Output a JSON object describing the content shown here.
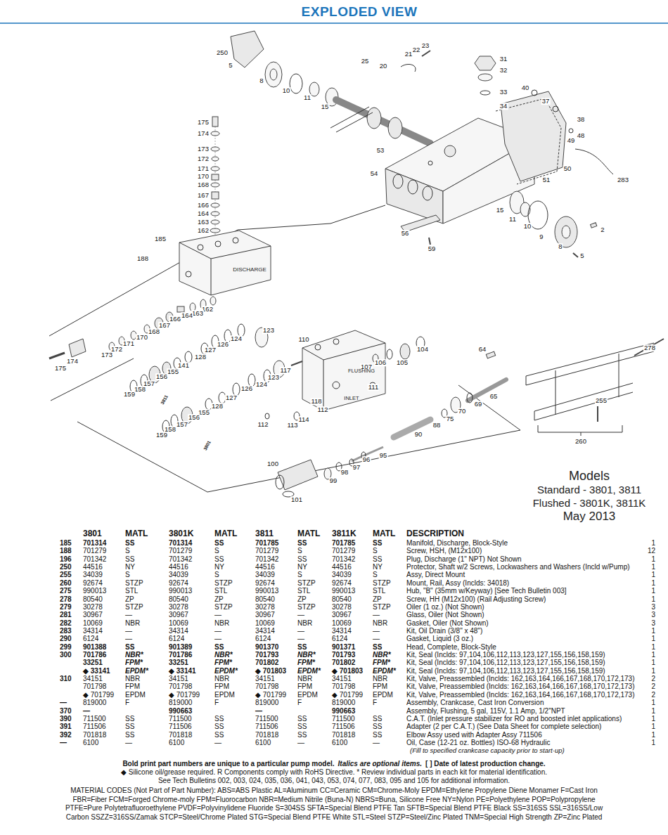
{
  "diagram": {
    "title": "EXPLODED VIEW",
    "labels": [
      "250",
      "5",
      "8",
      "10",
      "11",
      "15",
      "25",
      "20",
      "21",
      "22",
      "23",
      "31",
      "32",
      "33",
      "34",
      "40",
      "37",
      "38",
      "48",
      "49",
      "50",
      "51",
      "53",
      "54",
      "283",
      "15",
      "11",
      "10",
      "9",
      "8",
      "2",
      "5",
      "56",
      "59",
      "175",
      "174",
      "173",
      "172",
      "171",
      "170",
      "168",
      "167",
      "166",
      "164",
      "163",
      "162",
      "185",
      "188",
      "162",
      "163",
      "164",
      "166",
      "167",
      "168",
      "170",
      "171",
      "172",
      "173",
      "174",
      "175",
      "123",
      "124",
      "126",
      "127",
      "128",
      "141",
      "155",
      "156",
      "157",
      "158",
      "159",
      "110",
      "117",
      "118",
      "111",
      "104",
      "105",
      "106",
      "107",
      "64",
      "65",
      "69",
      "70",
      "75",
      "88",
      "90",
      "95",
      "96",
      "97",
      "98",
      "99",
      "100",
      "101",
      "123",
      "124",
      "126",
      "127",
      "128",
      "112",
      "113",
      "114",
      "112",
      "155",
      "156",
      "157",
      "158",
      "159",
      "278",
      "255",
      "260",
      "DISCHARGE",
      "FLUSHING",
      "INLET",
      "3811",
      "3801",
      "Models",
      "Standard - 3801, 3811",
      "Flushed - 3801K, 3811K",
      "May 2013",
      "3801",
      "MATL",
      "3801K",
      "MATL",
      "3811",
      "MATL",
      "3811K",
      "MATL",
      "DESCRIPTION",
      "185",
      "701314",
      "SS",
      "701314",
      "SS",
      "701785",
      "SS",
      "701785",
      "SS",
      "Manifold, Discharge, Block-Style",
      "1",
      "188",
      "701279",
      "S",
      "701279",
      "S",
      "701279",
      "S",
      "701279",
      "S",
      "Screw, HSH, (M12x100)",
      "12",
      "196",
      "701342",
      "SS",
      "701342",
      "SS",
      "701342",
      "SS",
      "701342",
      "SS",
      "Plug, Discharge (1\" NPT) Not Shown",
      "1",
      "250",
      "44516",
      "NY",
      "44516",
      "NY",
      "44516",
      "NY",
      "44516",
      "NY",
      "Protector, Shaft w/2 Screws, Lockwashers and Washers (Incld w/Pump)",
      "1",
      "255",
      "34039",
      "S",
      "34039",
      "S",
      "34039",
      "S",
      "34039",
      "S",
      "Assy, Direct Mount",
      "1",
      "260",
      "92674",
      "STZP",
      "92674",
      "STZP",
      "92674",
      "STZP",
      "92674",
      "STZP",
      "Mount, Rail, Assy (Inclds: 34018)",
      "1",
      "275",
      "990013",
      "STL",
      "990013",
      "STL",
      "990013",
      "STL",
      "990013",
      "STL",
      "Hub, \"B\" (35mm w/Keyway) [See Tech Bulletin 003]",
      "1",
      "278",
      "80540",
      "ZP",
      "80540",
      "ZP",
      "80540",
      "ZP",
      "80540",
      "ZP",
      "Screw, HH (M12x100) (Rail Adjusting Screw)",
      "1",
      "279",
      "30278",
      "STZP",
      "30278",
      "STZP",
      "30278",
      "STZP",
      "30278",
      "STZP",
      "Oiler (1 oz.) (Not Shown)",
      "3",
      "281",
      "30967",
      "—",
      "30967",
      "—",
      "30967",
      "—",
      "30967",
      "—",
      "Glass, Oiler (Not Shown)",
      "3",
      "282",
      "10069",
      "NBR",
      "10069",
      "NBR",
      "10069",
      "NBR",
      "10069",
      "NBR",
      "Gasket, Oiler (Not Shown)",
      "3",
      "283",
      "34314",
      "—",
      "34314",
      "—",
      "34314",
      "—",
      "34314",
      "—",
      "Kit, Oil Drain (3/8\" x 48\")",
      "1",
      "290",
      "6124",
      "—",
      "6124",
      "—",
      "6124",
      "—",
      "6124",
      "—",
      "Gasket, Liquid (3 oz.)",
      "1",
      "299",
      "901388",
      "SS",
      "901389",
      "SS",
      "901370",
      "SS",
      "901371",
      "SS",
      "Head, Complete, Block-Style",
      "1",
      "300",
      "701786",
      "NBR*",
      "701786",
      "NBR*",
      "701793",
      "NBR*",
      "701793",
      "NBR*",
      "Kit, Seal (Inclds: 97,104,106,112,113,123,127,155,156,158,159)",
      "1",
      "33251",
      "FPM*",
      "33251",
      "FPM*",
      "701802",
      "FPM*",
      "701802",
      "FPM*",
      "Kit, Seal (Inclds: 97,104,106,112,113,123,127,155,156,158,159)",
      "1",
      "◆ 33141",
      "EPDM*",
      "◆ 33141",
      "EPDM*",
      "◆ 701803",
      "EPDM*",
      "◆ 701803",
      "EPDM*",
      "Kit, Seal (Inclds: 97,104,106,112,113,123,127,155,156,158,159)",
      "1",
      "310",
      "34151",
      "NBR",
      "34151",
      "NBR",
      "34151",
      "NBR",
      "34151",
      "NBR",
      "Kit, Valve, Preassembled (Inclds: 162,163,164,166,167,168,170,172,173)",
      "2",
      "701798",
      "FPM",
      "701798",
      "FPM",
      "701798",
      "FPM",
      "701798",
      "FPM",
      "Kit, Valve, Preassembled (Inclds: 162,163,164,166,167,168,170,172,173)",
      "2",
      "◆ 701799",
      "EPDM",
      "◆ 701799",
      "EPDM",
      "◆ 701799",
      "EPDM",
      "◆ 701799",
      "EPDM",
      "Kit, Valve, Preassembled (Inclds: 162,163,164,166,167,168,170,172,173)",
      "2",
      "—",
      "819000",
      "F",
      "819000",
      "F",
      "819000",
      "F",
      "819000",
      "F",
      "Assembly, Crankcase, Cast Iron Conversion",
      "1",
      "370",
      "—",
      "990663",
      "—",
      "990663",
      "Assembly, Flushing, 5 gal, 115V, 1.1 Amp, 1/2\"NPT",
      "1",
      "390",
      "711500",
      "SS",
      "711500",
      "SS",
      "711500",
      "SS",
      "711500",
      "SS",
      "C.A.T. (Inlet pressure stabilizer for RO and boosted inlet applications)",
      "1",
      "391",
      "711506",
      "SS",
      "711506",
      "SS",
      "711506",
      "SS",
      "711506",
      "SS",
      "Adapter (2 per C.A.T.) (See Data Sheet for complete selection)",
      "1",
      "392",
      "701818",
      "SS",
      "701818",
      "SS",
      "701818",
      "SS",
      "701818",
      "SS",
      "Elbow Assy used with Adapter Assy 711506",
      "1",
      "—",
      "6100",
      "—",
      "6100",
      "—",
      "6100",
      "—",
      "6100",
      "—",
      "Oil, Case (12-21 oz. Bottles) ISO-68 Hydraulic",
      "1",
      "(Fill to specified crankcase capacity prior to start-up)",
      "Bold print part numbers are unique to a particular pump model.",
      "Italics are optional items.",
      "[ ] Date of latest production change.",
      "◆ Silicone oil/grease required.  R Components comply with RoHS Directive.  * Review individual parts in each kit for material identification.",
      "See Tech Bulletins 002, 003, 024, 035, 036, 041, 043, 053, 074, 077, 083, 095 and 105 for additional information.",
      "MATERIAL CODES (Not Part of Part Number): ABS=ABS Plastic AL=Aluminum CC=Ceramic CM=Chrome-Moly EPDM=Ethylene Propylene Diene Monamer F=Cast Iron",
      "FBR=Fiber FCM=Forged Chrome-moly FPM=Fluorocarbon NBR=Medium Nitrile (Buna-N) NBRS=Buna, Silicone Free NY=Nylon PE=Polyethylene POP=Polypropylene",
      "PTFE=Pure Polytetrafluoroethylene PVDF=Polyvinylidene Fluoride S=304SS SFTA=Special Blend PTFE Tan SFTB=Special Blend PTFE Black SS=316SS SSL=316SS/Low",
      "Carbon SSZZ=316SS/Zamak STCP=Steel/Chrome Plated STG=Special Blend PTFE White STL=Steel STZP=Steel/Zinc Plated TNM=Special High Strength ZP=Zinc Plated"
    ]
  }
}
